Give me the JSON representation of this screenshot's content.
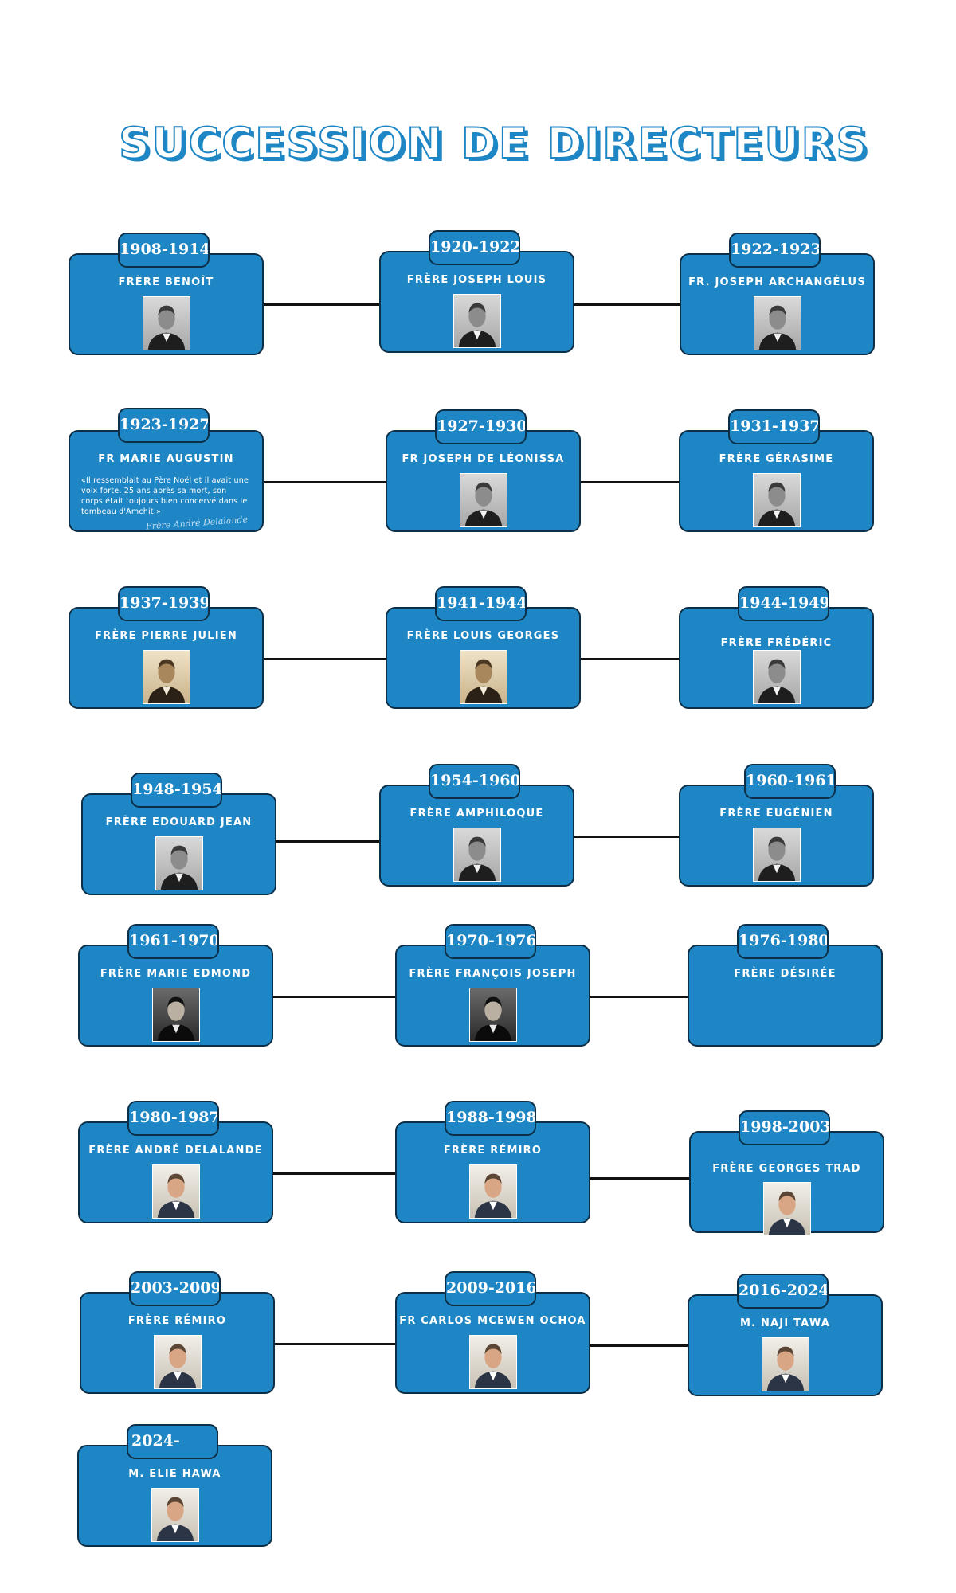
{
  "title": "SUCCESSION DE DIRECTEURS",
  "colors": {
    "card": "#1e86c4",
    "border": "#0c2f47",
    "connector": "#111111",
    "text": "#ffffff"
  },
  "directors": [
    {
      "years": "1908-1914",
      "name": "FRÈRE BENOÎT",
      "portrait": "bw"
    },
    {
      "years": "1920-1922",
      "name": "FRÈRE JOSEPH LOUIS",
      "portrait": "bw"
    },
    {
      "years": "1922-1923",
      "name": "FR. JOSEPH ARCHANGÉLUS",
      "portrait": "bw"
    },
    {
      "years": "1923-1927",
      "name": "FR MARIE AUGUSTIN",
      "quote": "«Il ressemblait au Père Noël et il avait une voix forte. 25 ans après sa mort, son corps était toujours bien concervé dans le tombeau d'Amchit.»",
      "signature": "Frère André Delalande"
    },
    {
      "years": "1927-1930",
      "name": "FR JOSEPH DE LÉONISSA",
      "portrait": "bw"
    },
    {
      "years": "1931-1937",
      "name": "FRÈRE GÉRASIME",
      "portrait": "bw"
    },
    {
      "years": "1937-1939",
      "name": "FRÈRE PIERRE JULIEN",
      "portrait": "sepia"
    },
    {
      "years": "1941-1944",
      "name": "FRÈRE LOUIS GEORGES",
      "portrait": "sepia"
    },
    {
      "years": "1944-1949",
      "name": "FRÈRE FRÉDÉRIC",
      "portrait": "bw"
    },
    {
      "years": "1948-1954",
      "name": "FRÈRE EDOUARD JEAN",
      "portrait": "bw"
    },
    {
      "years": "1954-1960",
      "name": "FRÈRE AMPHILOQUE",
      "portrait": "bw"
    },
    {
      "years": "1960-1961",
      "name": "FRÈRE EUGÉNIEN",
      "portrait": "bw"
    },
    {
      "years": "1961-1970",
      "name": "FRÈRE MARIE EDMOND",
      "portrait": "dark"
    },
    {
      "years": "1970-1976",
      "name": "FRÈRE FRANÇOIS JOSEPH",
      "portrait": "dark"
    },
    {
      "years": "1976-1980",
      "name": "FRÈRE DÉSIRÉE"
    },
    {
      "years": "1980-1987",
      "name": "FRÈRE ANDRÉ DELALANDE",
      "portrait": "color"
    },
    {
      "years": "1988-1998",
      "name": "FRÈRE RÉMIRO",
      "portrait": "color"
    },
    {
      "years": "1998-2003",
      "name": "FRÈRE GEORGES TRAD",
      "portrait": "color"
    },
    {
      "years": "2003-2009",
      "name": "FRÈRE RÉMIRO",
      "portrait": "color"
    },
    {
      "years": "2009-2016",
      "name": "FR CARLOS MCEWEN OCHOA",
      "portrait": "color"
    },
    {
      "years": "2016-2024",
      "name": "M. NAJI TAWA",
      "portrait": "color"
    },
    {
      "years": "2024-",
      "name": "M. ELIE HAWA",
      "portrait": "color"
    }
  ]
}
